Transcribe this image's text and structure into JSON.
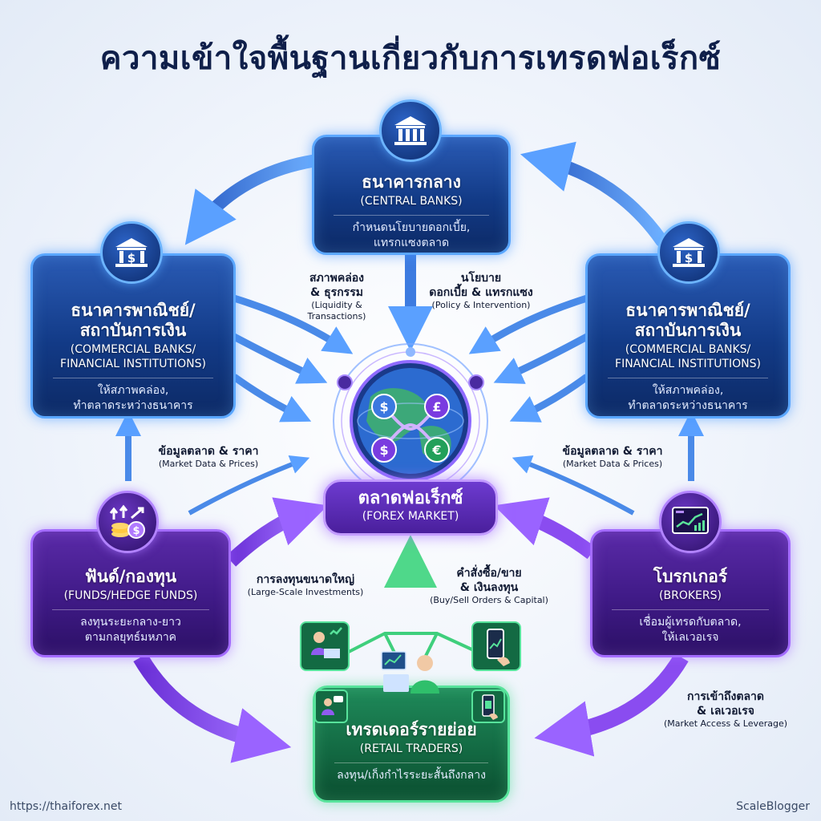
{
  "title": "ความเข้าใจพื้นฐานเกี่ยวกับการเทรดฟอเร็กซ์",
  "nodes": {
    "central_banks": {
      "th": "ธนาคารกลาง",
      "en": "(CENTRAL BANKS)",
      "desc": [
        "กำหนดนโยบายดอกเบี้ย,",
        "แทรกแซงตลาด"
      ],
      "icon": "bank-icon",
      "color": "#123a86"
    },
    "commercial_left": {
      "th": [
        "ธนาคารพาณิชย์/",
        "สถาบันการเงิน"
      ],
      "en": [
        "(COMMERCIAL BANKS/",
        "FINANCIAL INSTITUTIONS)"
      ],
      "desc": [
        "ให้สภาพคล่อง,",
        "ทำตลาดระหว่างธนาคาร"
      ],
      "icon": "bank-dollar-icon",
      "color": "#123a86"
    },
    "commercial_right": {
      "th": [
        "ธนาคารพาณิชย์/",
        "สถาบันการเงิน"
      ],
      "en": [
        "(COMMERCIAL BANKS/",
        "FINANCIAL INSTITUTIONS)"
      ],
      "desc": [
        "ให้สภาพคล่อง,",
        "ทำตลาดระหว่างธนาคาร"
      ],
      "icon": "bank-dollar-icon",
      "color": "#123a86"
    },
    "funds": {
      "th": "ฟันด์/กองทุน",
      "en": "(FUNDS/HEDGE FUNDS)",
      "desc": [
        "ลงทุนระยะกลาง-ยาว",
        "ตามกลยุทธ์มหภาค"
      ],
      "icon": "coins-growth-icon",
      "color": "#3f1a86"
    },
    "brokers": {
      "th": "โบรกเกอร์",
      "en": "(BROKERS)",
      "desc": [
        "เชื่อมผู้เทรดกับตลาด,",
        "ให้เลเวอเรจ"
      ],
      "icon": "trading-screen-icon",
      "color": "#3f1a86"
    },
    "retail": {
      "th": "เทรดเดอร์รายย่อย",
      "en": "(RETAIL TRADERS)",
      "desc": "ลงทุน/เก็งกำไรระยะสั้นถึงกลาง",
      "icon": "trader-desk-icon",
      "color": "#136a43"
    }
  },
  "hub": {
    "th": "ตลาดฟอเร็กซ์",
    "en": "(FOREX MARKET)",
    "icon": "globe-currency-icon"
  },
  "flows": {
    "liquidity": {
      "th": [
        "สภาพคล่อง",
        "& ธุรกรรม"
      ],
      "en": [
        "(Liquidity &",
        "Transactions)"
      ]
    },
    "policy": {
      "th": [
        "นโยบาย",
        "ดอกเบี้ย & แทรกแซง"
      ],
      "en": "(Policy & Intervention)"
    },
    "market_data_left": {
      "th": "ข้อมูลตลาด & ราคา",
      "en": "(Market Data & Prices)"
    },
    "market_data_right": {
      "th": "ข้อมูลตลาด & ราคา",
      "en": "(Market Data & Prices)"
    },
    "large_scale": {
      "th": "การลงทุนขนาดใหญ่",
      "en": "(Large-Scale Investments)"
    },
    "orders": {
      "th": [
        "คำสั่งซื้อ/ขาย",
        "& เงินลงทุน"
      ],
      "en": "(Buy/Sell Orders & Capital)"
    },
    "market_access": {
      "th": [
        "การเข้าถึงตลาด",
        "& เลเวอเรจ"
      ],
      "en": "(Market Access & Leverage)"
    }
  },
  "footer": {
    "left": "https://thaiforex.net",
    "right": "ScaleBlogger"
  },
  "colors": {
    "blue_arrow": "#3d7be0",
    "purple_arrow": "#8a4cf0",
    "green_arrow": "#2fbf6b",
    "title": "#0f1f4a"
  }
}
